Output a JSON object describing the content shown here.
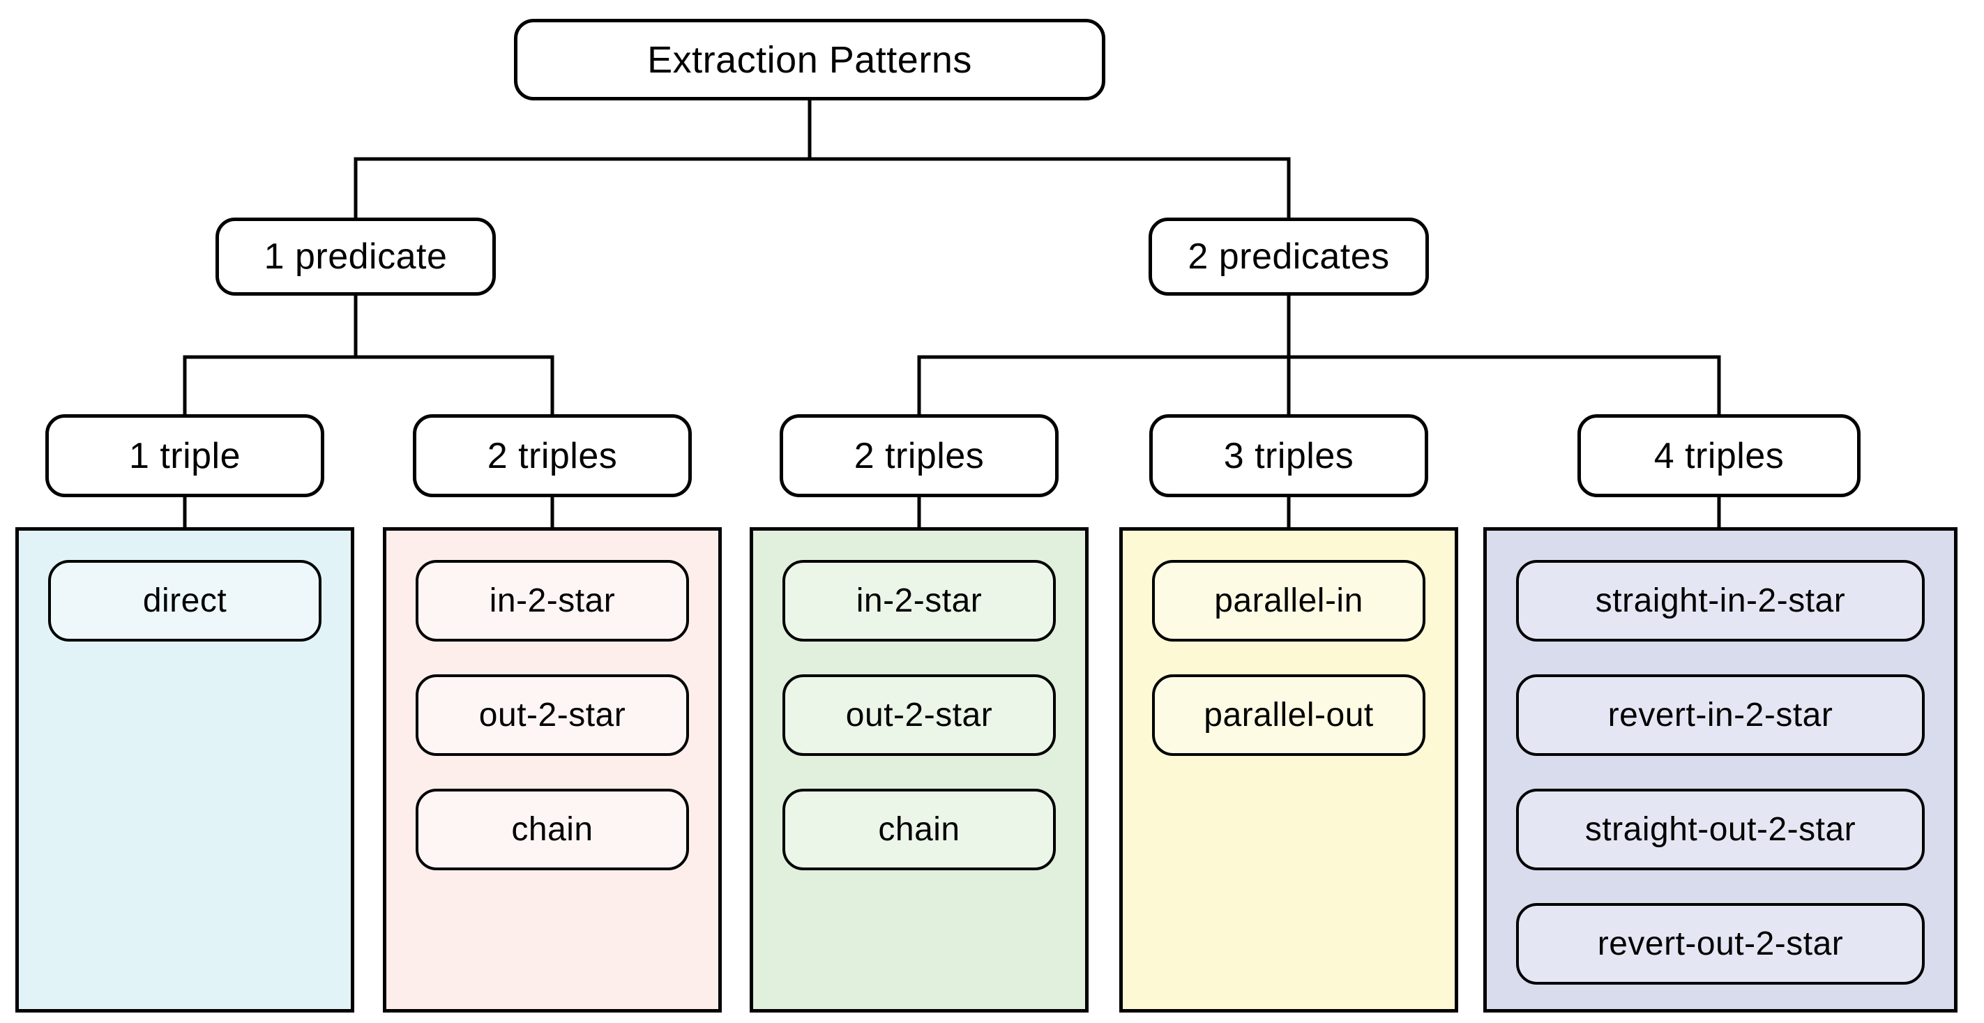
{
  "tree": {
    "root": {
      "label": "Extraction Patterns"
    },
    "level2": [
      {
        "label": "1 predicate"
      },
      {
        "label": "2 predicates"
      }
    ],
    "level3": [
      {
        "label": "1 triple"
      },
      {
        "label": "2 triples"
      },
      {
        "label": "2 triples"
      },
      {
        "label": "3 triples"
      },
      {
        "label": "4 triples"
      }
    ],
    "groups": [
      {
        "bg": "#e1f3f7",
        "item_bg": "#eef8fb",
        "items": [
          "direct"
        ]
      },
      {
        "bg": "#fdeeec",
        "item_bg": "#fef6f5",
        "items": [
          "in-2-star",
          "out-2-star",
          "chain"
        ]
      },
      {
        "bg": "#e0f0dd",
        "item_bg": "#ebf6e9",
        "items": [
          "in-2-star",
          "out-2-star",
          "chain"
        ]
      },
      {
        "bg": "#fdf9d4",
        "item_bg": "#fdfbe4",
        "items": [
          "parallel-in",
          "parallel-out"
        ]
      },
      {
        "bg": "#d8dcec",
        "item_bg": "#e4e7f3",
        "items": [
          "straight-in-2-star",
          "revert-in-2-star",
          "straight-out-2-star",
          "revert-out-2-star"
        ]
      }
    ],
    "line_color": "#000000",
    "node_border_color": "#000000"
  }
}
